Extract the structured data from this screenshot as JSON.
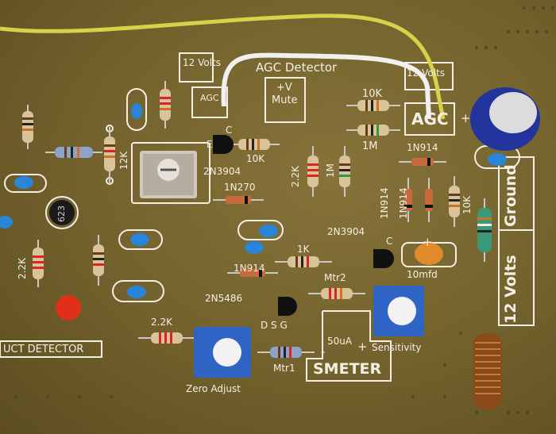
{
  "silkscreen": {
    "v12_left": "12 Volts",
    "agc_detector": "AGC Detector",
    "v12_right": "12 Volts",
    "agc_small": "AGC",
    "plus_v": "+V",
    "mute": "Mute",
    "agc_big": "AGC",
    "r10k_top": "10K",
    "r1m_top": "1M",
    "d1n914_top": "1N914",
    "r10k_mid": "10K",
    "q2n3904_a": "2N3904",
    "d1n270": "1N270",
    "r12k": "12K",
    "r2_2k_mid": "2.2K",
    "r1m_vert": "1M",
    "d1n914_v1": "1N914",
    "d1n914_v2": "1N914",
    "r10k_vert": "10K",
    "r2_2k_left": "2.2K",
    "q2n3904_b": "2N3904",
    "r1k": "1K",
    "c10mfd": "10mfd",
    "d1n914_b": "1N914",
    "mtr2": "Mtr2",
    "q2n5486": "2N5486",
    "dsg": "D S G",
    "r2_2k_bottom": "2.2K",
    "c_label": "C",
    "product_detector": "UCT DETECTOR",
    "fifty_ua": "50uA",
    "sensitivity": "Sensitivity",
    "mtr1": "Mtr1",
    "smeter": "SMETER",
    "zero_adjust": "Zero Adjust",
    "v12_vertical": "12 Volts",
    "ground_vertical": "Ground",
    "plus_sign": "+",
    "minus_sign": "-",
    "e_label": "E",
    "ic_text": "623"
  },
  "colors": {
    "board": "#76652f",
    "silk": "#f3efe4",
    "trimmer_blue": "#2f63c4",
    "cap_blue": "#23349c",
    "wire_yellow": "#d6d24a",
    "led_red": "#e0301a"
  }
}
